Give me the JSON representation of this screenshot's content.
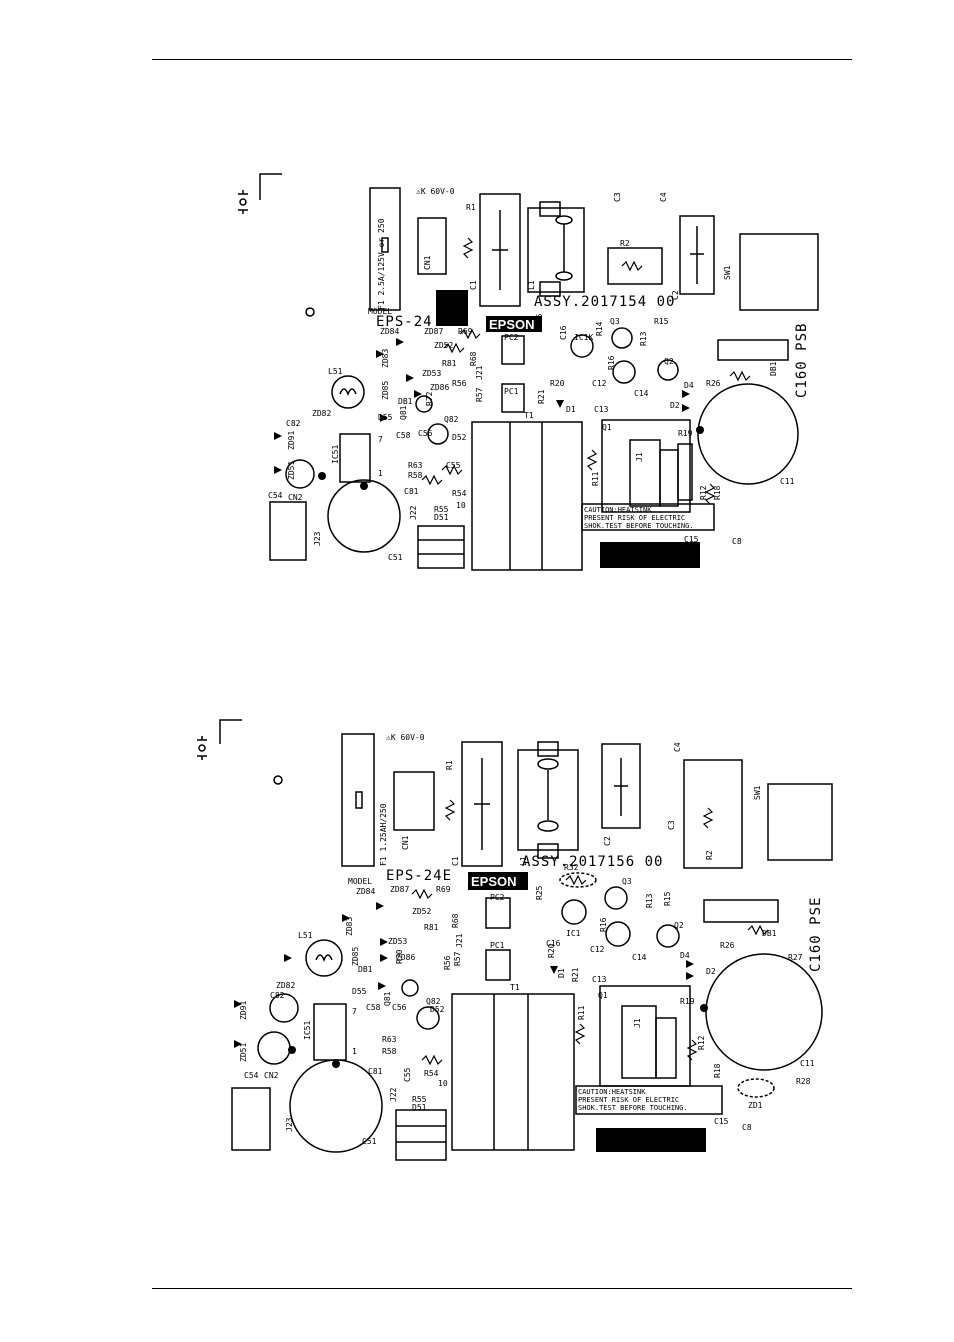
{
  "board_top": {
    "model_label": "MODEL",
    "model": "EPS-24",
    "brand": "EPSON",
    "assy": "ASSY.2017154  00",
    "board_name": "C160 PSB",
    "fuse_rating": "F1 2.5A/125V or 250",
    "warn_line1": "CAUTION:HEATSINK",
    "warn_line2": "PRESENT RISK OF ELECTRIC",
    "warn_line3": "SHOK.TEST BEFORE TOUCHING.",
    "cert_mark": "⚠K 60V-0",
    "refs": {
      "cn1": "CN1",
      "c1": "C1",
      "l1": "L1",
      "c2": "C2",
      "c3": "C3",
      "c4": "C4",
      "r1": "R1",
      "r2": "R2",
      "sw1": "SW1",
      "db1": "DB1",
      "c11": "C11",
      "q1": "Q1",
      "q2": "Q2",
      "q3": "Q3",
      "t1": "T1",
      "j1": "J1",
      "r11": "R11",
      "r12": "R12",
      "r18": "R18",
      "r19": "R19",
      "c15": "C15",
      "c8": "C8",
      "pc1": "PC1",
      "pc2": "PC2",
      "ic1": "IC1K",
      "r20": "R20",
      "r21": "R21",
      "r25": "R25",
      "d1": "D1",
      "d2": "D2",
      "d4": "D4",
      "r26": "R26",
      "c12": "C12",
      "c13": "C13",
      "c14": "C14",
      "r13": "R13",
      "r14": "R14",
      "r15": "R15",
      "r16": "R16",
      "c16": "C16",
      "l51": "L51",
      "zd82": "ZD82",
      "zd91": "ZD91",
      "zd51": "ZD51",
      "c82": "C82",
      "c54": "C54",
      "cn2": "CN2",
      "j23": "J23",
      "c51": "C51",
      "ic51": "IC51",
      "c58": "C58",
      "r63": "R63",
      "r58": "R58",
      "c81": "C81",
      "c55": "C55",
      "r54": "R54",
      "r55": "R55",
      "d51": "D51",
      "j22": "J22",
      "q81": "Q81",
      "d55": "D55",
      "c56": "C56",
      "d52": "D52",
      "q82": "Q82",
      "zd84": "ZD84",
      "zd87": "ZD87",
      "zd83": "ZD83",
      "zd52": "ZD52",
      "zd85": "ZD85",
      "zd53": "ZD53",
      "zd86": "ZD86",
      "r69": "R69",
      "r81": "R81",
      "r68": "R68",
      "r57": "R57",
      "r56": "R56",
      "r72": "R72",
      "db1b": "DB1",
      "j21": "J21",
      "pin10": "10",
      "pin7": "7",
      "pin1": "1"
    }
  },
  "board_bottom": {
    "model_label": "MODEL",
    "model": "EPS-24E",
    "brand": "EPSON",
    "assy": "ASSY.2017156  00",
    "board_name": "C160 PSE",
    "fuse_rating": "F1 1.25AH/250",
    "warn_line1": "CAUTION:HEATSINK",
    "warn_line2": "PRESENT RISK OF ELECTRIC",
    "warn_line3": "SHOK.TEST BEFORE TOUCHING.",
    "cert_mark": "⚠K 60V-0",
    "refs": {
      "cn1": "CN1",
      "c1": "C1",
      "l1": "L1",
      "c2": "C2",
      "c3": "C3",
      "c4": "C4",
      "r1": "R1",
      "r2": "R2",
      "sw1": "SW1",
      "db1": "DB1",
      "c11": "C11",
      "q1": "Q1",
      "q2": "Q2",
      "q3": "Q3",
      "t1": "T1",
      "j1": "J1",
      "r11": "R11",
      "r12": "R12",
      "r18": "R18",
      "r19": "R19",
      "c15": "C15",
      "c8": "C8",
      "pc1": "PC1",
      "pc2": "PC2",
      "ic1": "IC1",
      "r20": "R20",
      "r21": "R21",
      "r25": "R25",
      "d1": "D1",
      "d2": "D2",
      "d4": "D4",
      "r26": "R26",
      "r27": "R27",
      "r28": "R28",
      "zd1": "ZD1",
      "r32": "R32",
      "c12": "C12",
      "c13": "C13",
      "c14": "C14",
      "r13": "R13",
      "r15": "R15",
      "r16": "R16",
      "c16": "C16",
      "l51": "L51",
      "zd82": "ZD82",
      "zd91": "ZD91",
      "zd51": "ZD51",
      "c82": "C82",
      "c54": "C54",
      "cn2": "CN2",
      "j23": "J23",
      "c51": "C51",
      "ic51": "IC51",
      "c58": "C58",
      "r63": "R63",
      "r58": "R58",
      "c81": "C81",
      "c55": "C55",
      "r54": "R54",
      "r55": "R55",
      "d51": "D51",
      "j22": "J22",
      "q81": "Q81",
      "d55": "D55",
      "c56": "C56",
      "d52": "D52",
      "q82": "Q82",
      "zd84": "ZD84",
      "zd87": "ZD87",
      "zd83": "ZD83",
      "zd52": "ZD52",
      "zd85": "ZD85",
      "zd53": "ZD53",
      "zd86": "ZD86",
      "r69": "R69",
      "r81": "R81",
      "r68": "R68",
      "r57": "R57",
      "r56": "R56",
      "r70": "R70",
      "db81": "DB1",
      "j21": "J21",
      "pin10": "10",
      "pin7": "7",
      "pin1": "1"
    }
  }
}
